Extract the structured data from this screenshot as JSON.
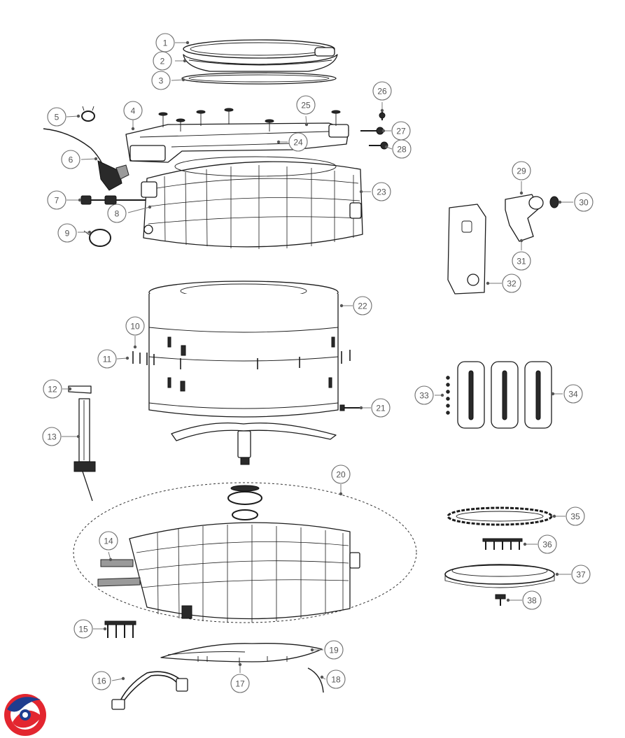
{
  "diagram": {
    "callouts": [
      {
        "label": "1"
      },
      {
        "label": "2"
      },
      {
        "label": "3"
      },
      {
        "label": "4"
      },
      {
        "label": "5"
      },
      {
        "label": "6"
      },
      {
        "label": "7"
      },
      {
        "label": "8"
      },
      {
        "label": "9"
      },
      {
        "label": "10"
      },
      {
        "label": "11"
      },
      {
        "label": "12"
      },
      {
        "label": "13"
      },
      {
        "label": "14"
      },
      {
        "label": "15"
      },
      {
        "label": "16"
      },
      {
        "label": "17"
      },
      {
        "label": "18"
      },
      {
        "label": "19"
      },
      {
        "label": "20"
      },
      {
        "label": "21"
      },
      {
        "label": "22"
      },
      {
        "label": "23"
      },
      {
        "label": "24"
      },
      {
        "label": "25"
      },
      {
        "label": "26"
      },
      {
        "label": "27"
      },
      {
        "label": "28"
      },
      {
        "label": "29"
      },
      {
        "label": "30"
      },
      {
        "label": "31"
      },
      {
        "label": "32"
      },
      {
        "label": "33"
      },
      {
        "label": "34"
      },
      {
        "label": "35"
      },
      {
        "label": "36"
      },
      {
        "label": "37"
      },
      {
        "label": "38"
      }
    ],
    "colors": {
      "line": "#1b1b1b",
      "callout_stroke": "#6d6d6d",
      "callout_text": "#555555",
      "logo_red": "#e3262f",
      "logo_blue": "#1f3d8f"
    },
    "icons": [
      "brand-logo"
    ]
  }
}
